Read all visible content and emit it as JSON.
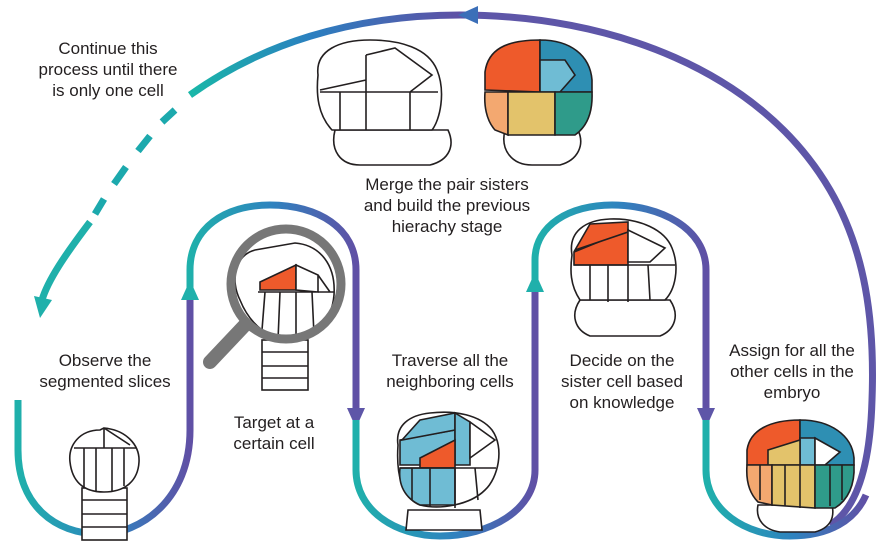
{
  "labels": {
    "continue": [
      "Continue this",
      "process until there",
      "is only one cell"
    ],
    "merge": [
      "Merge the pair sisters",
      "and build the previous",
      "hierachy stage"
    ],
    "observe": [
      "Observe the",
      "segmented slices"
    ],
    "target": [
      "Target at a",
      "certain cell"
    ],
    "traverse": [
      "Traverse all the",
      "neighboring cells"
    ],
    "decide": [
      "Decide on the",
      "sister cell based",
      "on knowledge"
    ],
    "assign": [
      "Assign for all the",
      "other cells in the",
      "embryo"
    ]
  },
  "colors": {
    "orange": "#ee5a2b",
    "light_blue": "#6fbcd4",
    "blue": "#2e8fb3",
    "mid_blue": "#4aa2c4",
    "peach": "#f3a870",
    "sand": "#e3c36b",
    "teal": "#2f9b8a",
    "teal_arrow": "#23aab0",
    "purple_arrow": "#6253a6",
    "lens": "#7a7a7a"
  },
  "icons": [
    "magnifier-icon",
    "arrowhead-icon"
  ]
}
